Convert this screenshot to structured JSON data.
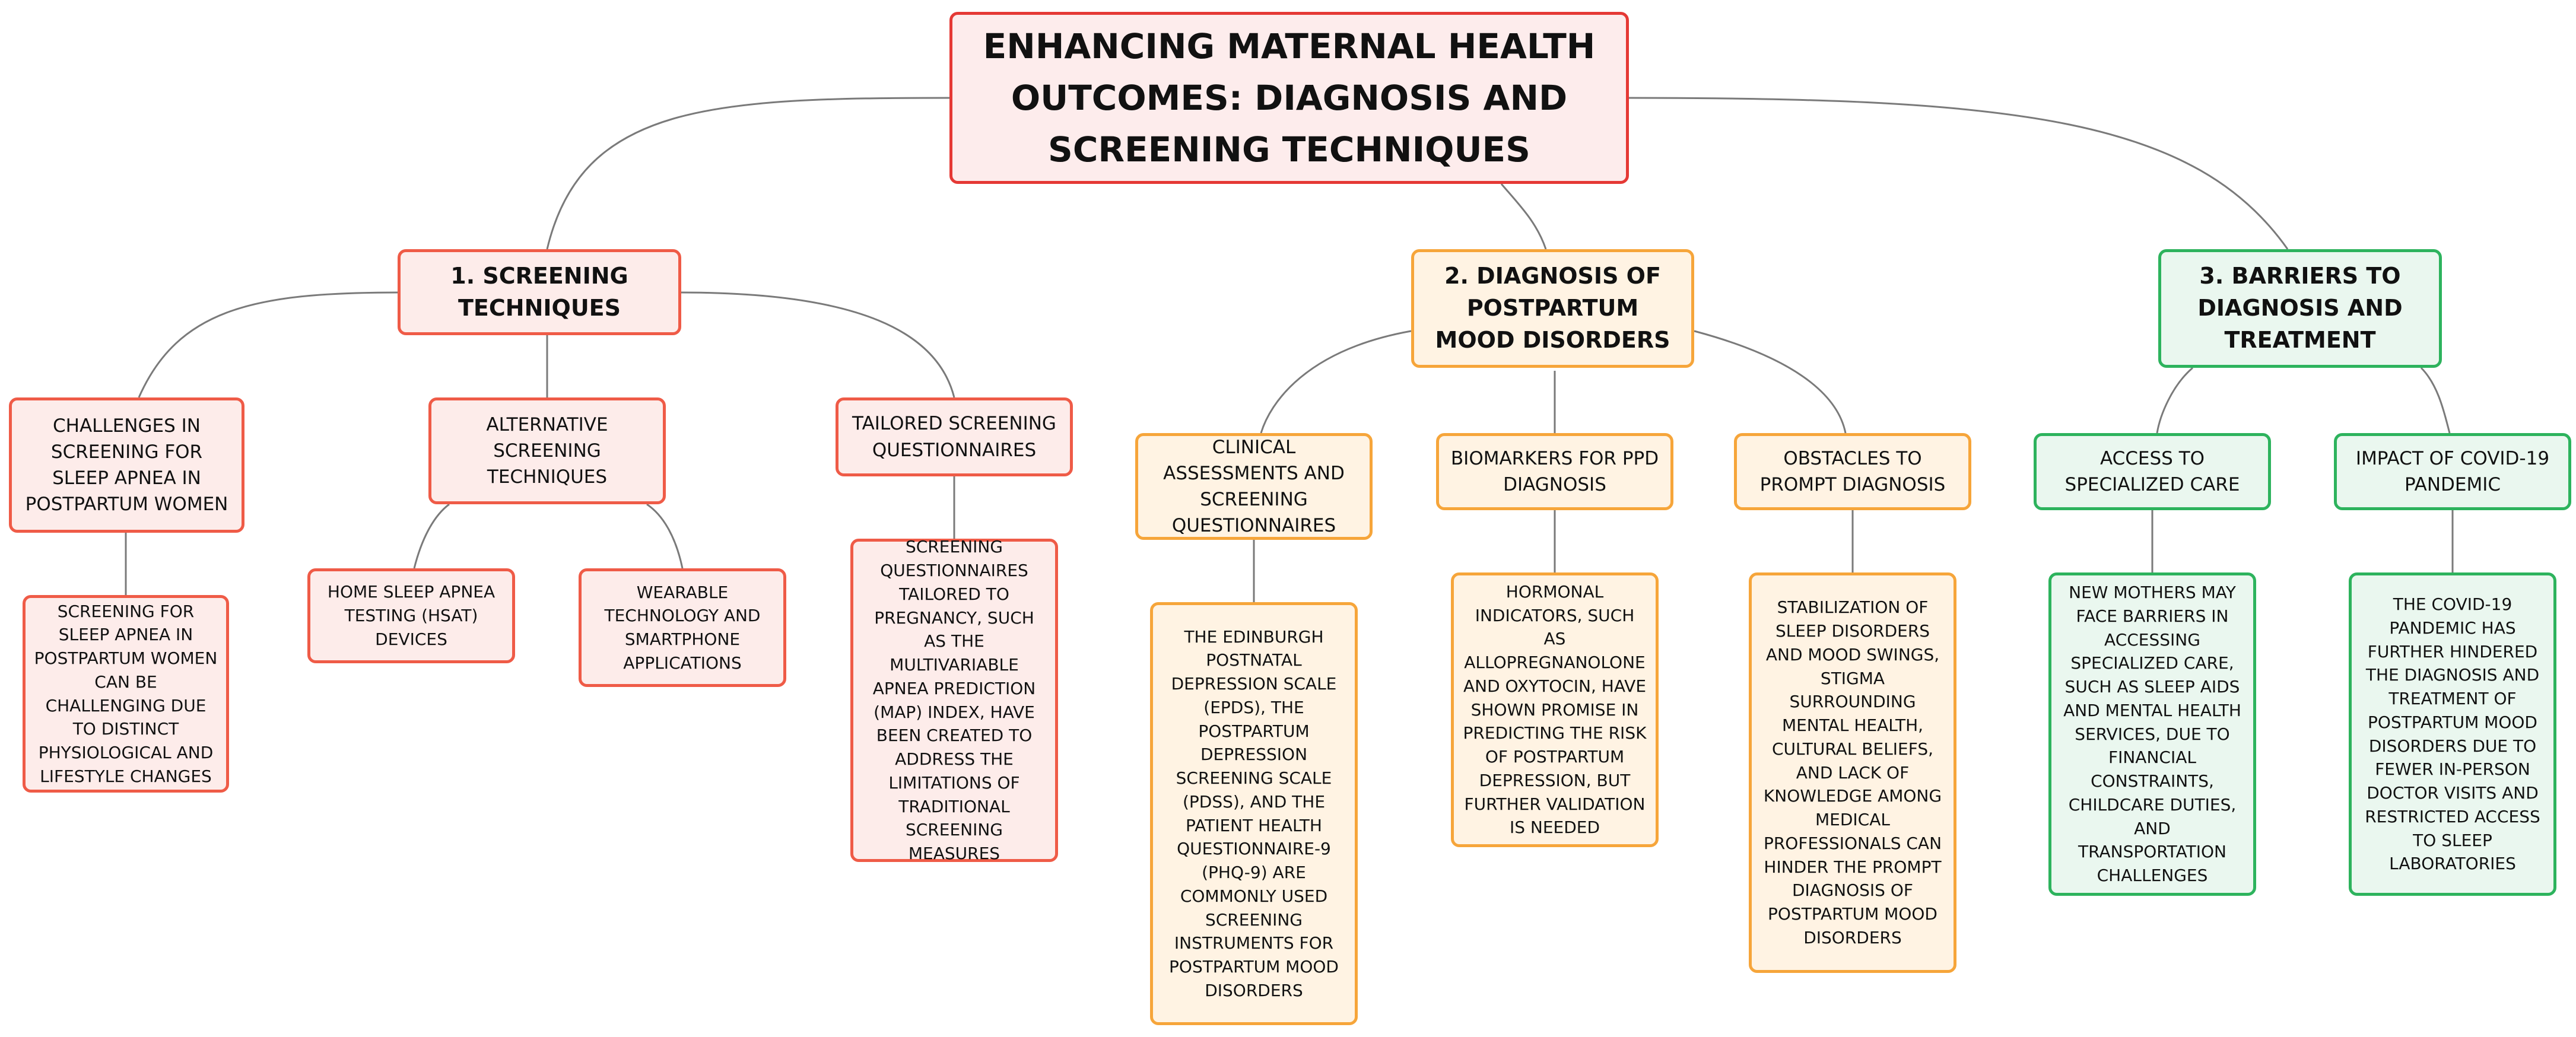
{
  "diagram": {
    "root": {
      "title": "ENHANCING MATERNAL HEALTH OUTCOMES: DIAGNOSIS AND SCREENING TECHNIQUES"
    },
    "branches": [
      {
        "title": "1. SCREENING TECHNIQUES",
        "children": [
          {
            "title": "CHALLENGES IN SCREENING FOR SLEEP APNEA IN POSTPARTUM WOMEN",
            "details": [
              "SCREENING FOR SLEEP APNEA IN POSTPARTUM WOMEN CAN BE CHALLENGING DUE TO DISTINCT PHYSIOLOGICAL AND LIFESTYLE CHANGES"
            ]
          },
          {
            "title": "ALTERNATIVE SCREENING TECHNIQUES",
            "details": [
              "HOME SLEEP APNEA TESTING (HSAT) DEVICES",
              "WEARABLE TECHNOLOGY AND SMARTPHONE APPLICATIONS"
            ]
          },
          {
            "title": "TAILORED SCREENING QUESTIONNAIRES",
            "details": [
              "SCREENING QUESTIONNAIRES TAILORED TO PREGNANCY, SUCH AS THE MULTIVARIABLE APNEA PREDICTION (MAP) INDEX, HAVE BEEN CREATED TO ADDRESS THE LIMITATIONS OF TRADITIONAL SCREENING MEASURES"
            ]
          }
        ]
      },
      {
        "title": "2. DIAGNOSIS OF POSTPARTUM MOOD DISORDERS",
        "children": [
          {
            "title": "CLINICAL ASSESSMENTS AND SCREENING QUESTIONNAIRES",
            "details": [
              "THE EDINBURGH POSTNATAL DEPRESSION SCALE (EPDS), THE POSTPARTUM DEPRESSION SCREENING SCALE (PDSS), AND THE PATIENT HEALTH QUESTIONNAIRE-9 (PHQ-9) ARE COMMONLY USED SCREENING INSTRUMENTS FOR POSTPARTUM MOOD DISORDERS"
            ]
          },
          {
            "title": "BIOMARKERS FOR PPD DIAGNOSIS",
            "details": [
              "HORMONAL INDICATORS, SUCH AS ALLOPREGNANOLONE AND OXYTOCIN, HAVE SHOWN PROMISE IN PREDICTING THE RISK OF POSTPARTUM DEPRESSION, BUT FURTHER VALIDATION IS NEEDED"
            ]
          },
          {
            "title": "OBSTACLES TO PROMPT DIAGNOSIS",
            "details": [
              "STABILIZATION OF SLEEP DISORDERS AND MOOD SWINGS, STIGMA SURROUNDING MENTAL HEALTH, CULTURAL BELIEFS, AND LACK OF KNOWLEDGE AMONG MEDICAL PROFESSIONALS CAN HINDER THE PROMPT DIAGNOSIS OF POSTPARTUM MOOD DISORDERS"
            ]
          }
        ]
      },
      {
        "title": "3. BARRIERS TO DIAGNOSIS AND TREATMENT",
        "children": [
          {
            "title": "ACCESS TO SPECIALIZED CARE",
            "details": [
              "NEW MOTHERS MAY FACE BARRIERS IN ACCESSING SPECIALIZED CARE, SUCH AS SLEEP AIDS AND MENTAL HEALTH SERVICES, DUE TO FINANCIAL CONSTRAINTS, CHILDCARE DUTIES, AND TRANSPORTATION CHALLENGES"
            ]
          },
          {
            "title": "IMPACT OF COVID-19 PANDEMIC",
            "details": [
              "THE COVID-19 PANDEMIC HAS FURTHER HINDERED THE DIAGNOSIS AND TREATMENT OF POSTPARTUM MOOD DISORDERS DUE TO FEWER IN-PERSON DOCTOR VISITS AND RESTRICTED ACCESS TO SLEEP LABORATORIES"
            ]
          }
        ]
      }
    ]
  },
  "colors": {
    "root_border": "#e53935",
    "branch_1_border": "#ef5b47",
    "branch_2_border": "#f6a53a",
    "branch_3_border": "#2db35d",
    "connector": "#7a7a7a"
  }
}
